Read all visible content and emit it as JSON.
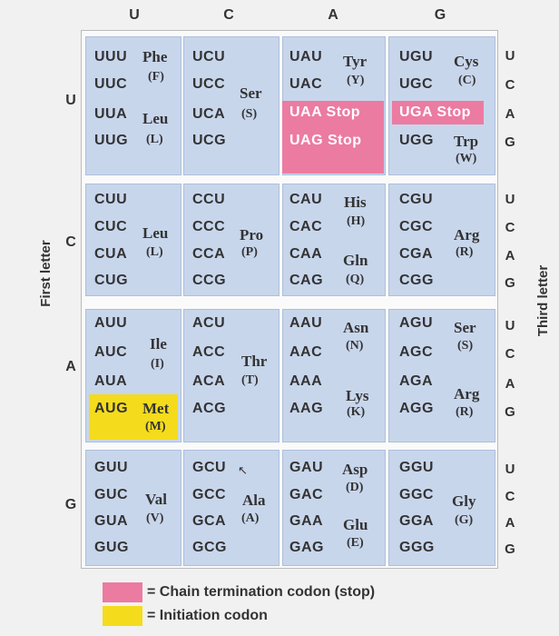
{
  "column_headers": [
    "U",
    "C",
    "A",
    "G"
  ],
  "row_headers": [
    "U",
    "C",
    "A",
    "G"
  ],
  "third_letters": [
    "U",
    "C",
    "A",
    "G"
  ],
  "first_letter_label": "First letter",
  "third_letter_label": "Third letter",
  "codons": {
    "UU": [
      "UUU",
      "UUC",
      "UUA",
      "UUG"
    ],
    "UC": [
      "UCU",
      "UCC",
      "UCA",
      "UCG"
    ],
    "UA": [
      "UAU",
      "UAC",
      "UAA Stop",
      "UAG Stop"
    ],
    "UG": [
      "UGU",
      "UGC",
      "UGA Stop",
      "UGG"
    ],
    "CU": [
      "CUU",
      "CUC",
      "CUA",
      "CUG"
    ],
    "CC": [
      "CCU",
      "CCC",
      "CCA",
      "CCG"
    ],
    "CA": [
      "CAU",
      "CAC",
      "CAA",
      "CAG"
    ],
    "CG": [
      "CGU",
      "CGC",
      "CGA",
      "CGG"
    ],
    "AU": [
      "AUU",
      "AUC",
      "AUA",
      "AUG"
    ],
    "AC": [
      "ACU",
      "ACC",
      "ACA",
      "ACG"
    ],
    "AA": [
      "AAU",
      "AAC",
      "AAA",
      "AAG"
    ],
    "AG": [
      "AGU",
      "AGC",
      "AGA",
      "AGG"
    ],
    "GU": [
      "GUU",
      "GUC",
      "GUA",
      "GUG"
    ],
    "GC": [
      "GCU",
      "GCC",
      "GCA",
      "GCG"
    ],
    "GA": [
      "GAU",
      "GAC",
      "GAA",
      "GAG"
    ],
    "GG": [
      "GGU",
      "GGC",
      "GGA",
      "GGG"
    ]
  },
  "amino_acids": {
    "phe": [
      "Phe",
      "(F)"
    ],
    "leu1": [
      "Leu",
      "(L)"
    ],
    "ser1": [
      "Ser",
      "(S)"
    ],
    "tyr": [
      "Tyr",
      "(Y)"
    ],
    "cys": [
      "Cys",
      "(C)"
    ],
    "trp": [
      "Trp",
      "(W)"
    ],
    "leu2": [
      "Leu",
      "(L)"
    ],
    "pro": [
      "Pro",
      "(P)"
    ],
    "his": [
      "His",
      "(H)"
    ],
    "gln": [
      "Gln",
      "(Q)"
    ],
    "arg1": [
      "Arg",
      "(R)"
    ],
    "ile": [
      "Ile",
      "(I)"
    ],
    "met": [
      "Met",
      "(M)"
    ],
    "thr": [
      "Thr",
      "(T)"
    ],
    "asn": [
      "Asn",
      "(N)"
    ],
    "lys": [
      "Lys",
      "(K)"
    ],
    "ser2": [
      "Ser",
      "(S)"
    ],
    "arg2": [
      "Arg",
      "(R)"
    ],
    "val": [
      "Val",
      "(V)"
    ],
    "ala": [
      "Ala",
      "(A)"
    ],
    "asp": [
      "Asp",
      "(D)"
    ],
    "glu": [
      "Glu",
      "(E)"
    ],
    "gly": [
      "Gly",
      "(G)"
    ]
  },
  "legend": {
    "stop_text": "= Chain termination codon (stop)",
    "start_text": "= Initiation codon"
  },
  "colors": {
    "cell": "#c8d6ec",
    "stop": "#ec7ba1",
    "start": "#f4dc1c"
  }
}
